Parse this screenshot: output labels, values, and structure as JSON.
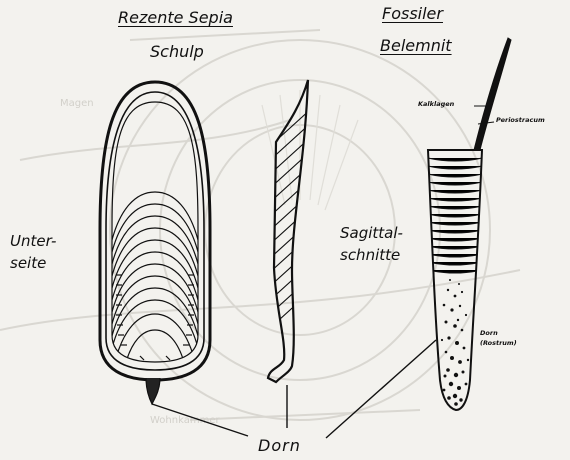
{
  "headings": {
    "sepia_line1": "Rezente Sepia",
    "sepia_line2": "Schulp",
    "belemnit_line1": "Fossiler",
    "belemnit_line2": "Belemnit"
  },
  "side_labels": {
    "unterseite": "Unter-\nseite",
    "sagittal": "Sagittal-\nschnitte"
  },
  "belemnit_labels": {
    "kalklagen": "Kalklagen",
    "periostracum": "Periostracum",
    "dorn_rostrum": "Dorn\n(Rostrum)"
  },
  "dorn_label": "Dorn",
  "background_labels": {
    "magen": "Magen",
    "lower_center": "Wohnkammer"
  },
  "colors": {
    "ink": "#111111",
    "paper": "#f3f2ee",
    "ghost": "#d2d0ca"
  }
}
